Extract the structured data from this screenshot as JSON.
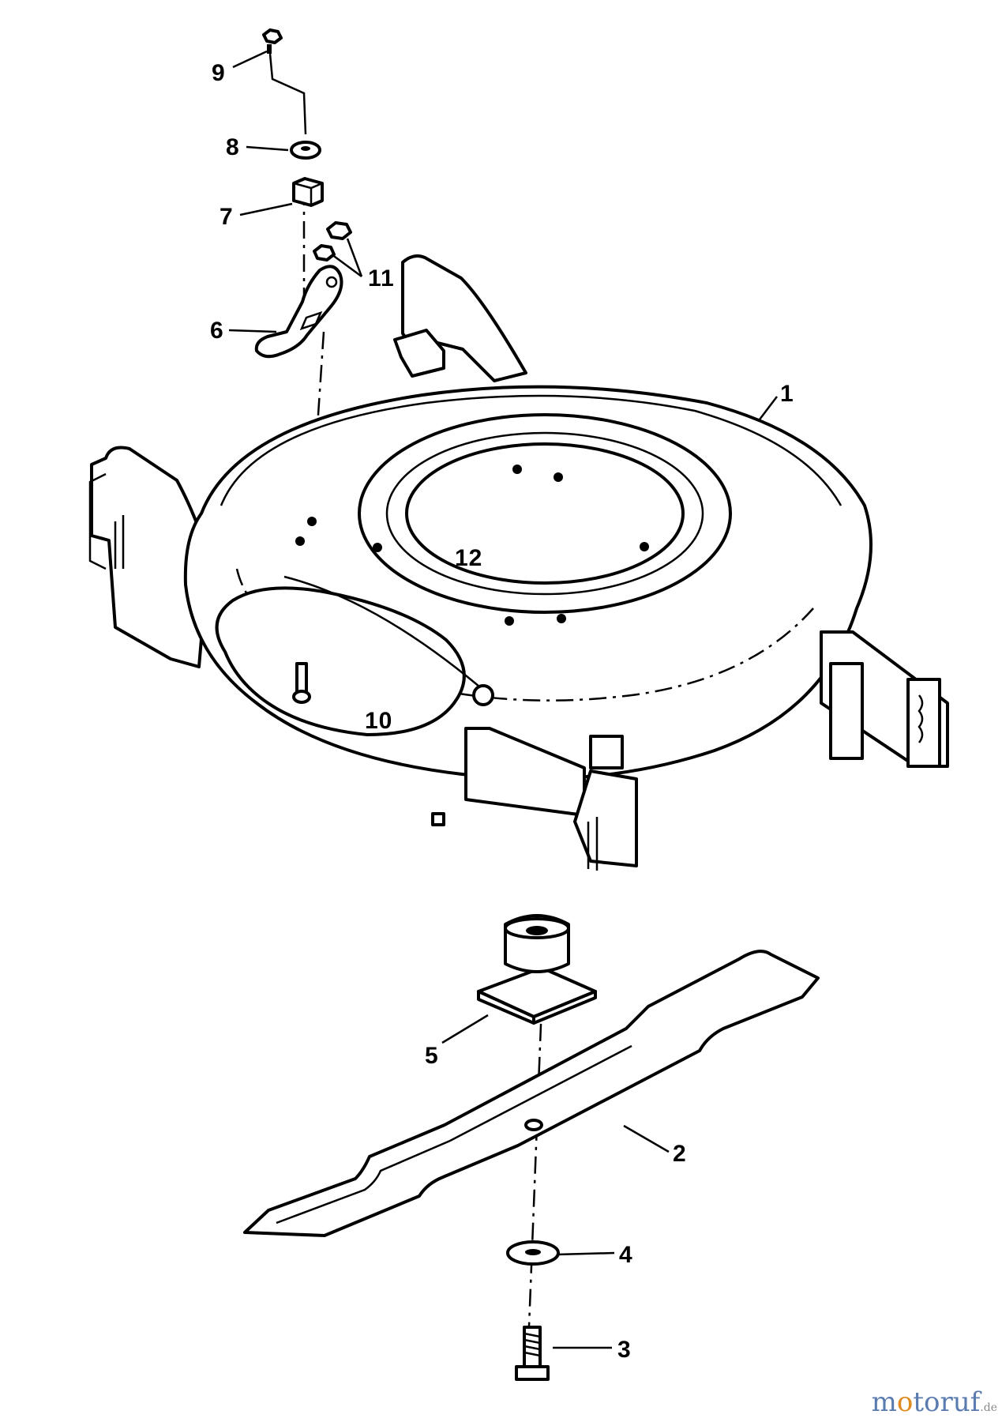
{
  "diagram": {
    "callouts": [
      {
        "id": "p1",
        "label": "1"
      },
      {
        "id": "p2",
        "label": "2"
      },
      {
        "id": "p3",
        "label": "3"
      },
      {
        "id": "p4",
        "label": "4"
      },
      {
        "id": "p5",
        "label": "5"
      },
      {
        "id": "p6",
        "label": "6"
      },
      {
        "id": "p7",
        "label": "7"
      },
      {
        "id": "p8",
        "label": "8"
      },
      {
        "id": "p9",
        "label": "9"
      },
      {
        "id": "p10",
        "label": "10"
      },
      {
        "id": "p11",
        "label": "11"
      },
      {
        "id": "p12",
        "label": "12"
      }
    ]
  },
  "watermark": {
    "letters": [
      "m",
      "o",
      "t",
      "o",
      "r",
      "u",
      "f"
    ],
    "suffix": ".de",
    "color_primary": "#5a7bb0",
    "color_accent": "#e08a1f"
  }
}
